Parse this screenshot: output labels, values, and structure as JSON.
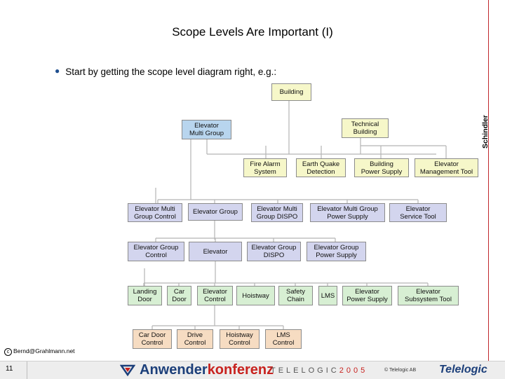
{
  "slide": {
    "title": "Scope Levels Are Important (I)",
    "bullet_text": "Start by getting the scope level diagram right, e.g.:",
    "brand": "Schindler",
    "credit_text": "Bernd@Grahlmann.net",
    "page_number": "11"
  },
  "footer": {
    "conf_left": "Anwender",
    "conf_right": "konferenz",
    "tele": "TELELOGIC",
    "year": "2005",
    "copyright": "© Telelogic AB",
    "logo": "Telelogic"
  },
  "boxes": {
    "building": "Building",
    "elevator_multi_group": "Elevator\nMulti Group",
    "technical_building": "Technical\nBuilding",
    "fire_alarm_system": "Fire Alarm\nSystem",
    "earth_quake_detection": "Earth Quake\nDetection",
    "building_power_supply": "Building\nPower Supply",
    "elevator_management_tool": "Elevator\nManagement Tool",
    "elevator_multi_group_control": "Elevator Multi\nGroup Control",
    "elevator_group": "Elevator Group",
    "elevator_multi_group_dispo": "Elevator Multi\nGroup DISPO",
    "elevator_multi_group_power_supply": "Elevator Multi Group\nPower Supply",
    "elevator_service_tool": "Elevator\nService Tool",
    "elevator_group_control": "Elevator Group\nControl",
    "elevator": "Elevator",
    "elevator_group_dispo": "Elevator Group\nDISPO",
    "elevator_group_power_supply": "Elevator Group\nPower Supply",
    "landing_door": "Landing\nDoor",
    "car_door": "Car\nDoor",
    "elevator_control": "Elevator\nControl",
    "hoistway": "Hoistway",
    "safety_chain": "Safety\nChain",
    "lms": "LMS",
    "elevator_power_supply": "Elevator\nPower Supply",
    "elevator_subsystem_tool": "Elevator\nSubsystem Tool",
    "car_door_control": "Car Door\nControl",
    "drive_control": "Drive\nControl",
    "hoistway_control": "Hoistway\nControl",
    "lms_control": "LMS\nControl"
  }
}
